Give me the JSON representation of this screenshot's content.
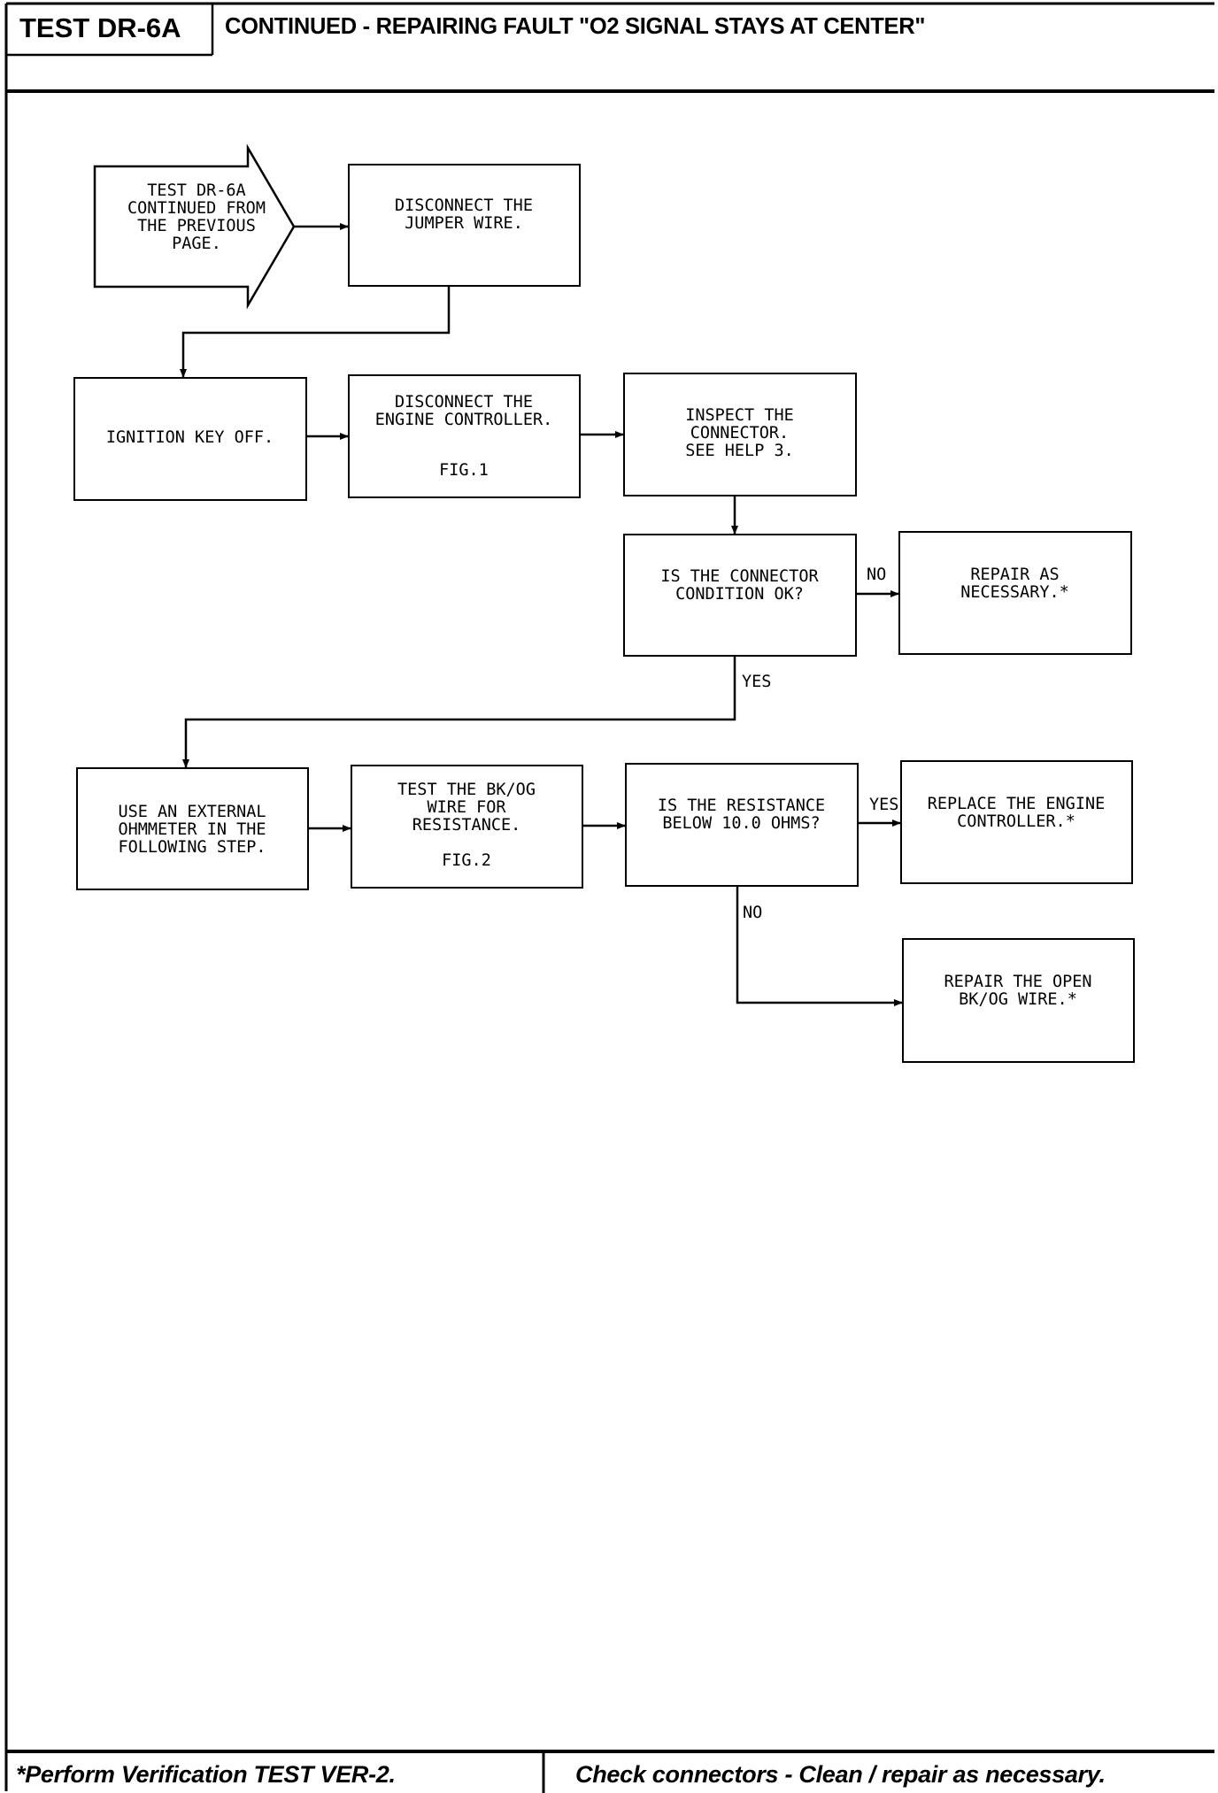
{
  "header": {
    "test_id": "TEST DR-6A",
    "title": "CONTINUED - REPAIRING FAULT \"O2 SIGNAL STAYS AT CENTER\""
  },
  "footer": {
    "left": "*Perform Verification TEST VER-2.",
    "right": "Check connectors - Clean / repair as necessary."
  },
  "flowchart": {
    "start": "TEST DR-6A\nCONTINUED FROM\nTHE PREVIOUS\nPAGE.",
    "disconnect_jumper": "DISCONNECT THE\nJUMPER WIRE.",
    "ignition_off": "IGNITION KEY OFF.",
    "disconnect_controller": "DISCONNECT THE\nENGINE CONTROLLER.",
    "disconnect_controller_fig": "FIG.1",
    "inspect_connector": "INSPECT THE\nCONNECTOR.\nSEE HELP 3.",
    "connector_ok_question": "IS THE CONNECTOR\nCONDITION OK?",
    "repair_as_necessary": "REPAIR AS\nNECESSARY.*",
    "use_ohmmeter": "USE AN EXTERNAL\nOHMMETER IN THE\nFOLLOWING STEP.",
    "test_wire": "TEST THE BK/OG\nWIRE FOR\nRESISTANCE.",
    "test_wire_fig": "FIG.2",
    "resistance_question": "IS THE RESISTANCE\nBELOW 10.0 OHMS?",
    "replace_controller": "REPLACE THE ENGINE\nCONTROLLER.*",
    "repair_open_wire": "REPAIR THE OPEN\nBK/OG WIRE.*",
    "label_no_1": "NO",
    "label_yes_1": "YES",
    "label_yes_2": "YES",
    "label_no_2": "NO"
  }
}
